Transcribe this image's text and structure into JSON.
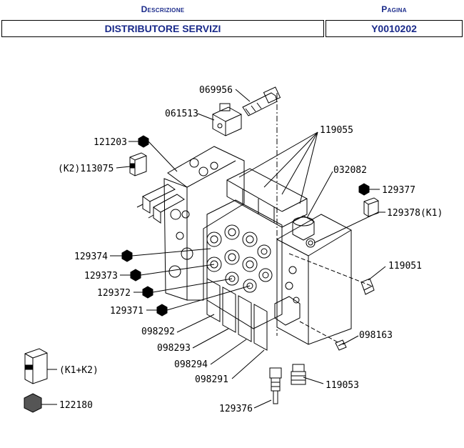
{
  "header": {
    "description_label": "Descrizione",
    "page_label": "Pagina",
    "description_value": "DISTRIBUTORE SERVIZI",
    "page_value": "Y0010202"
  },
  "parts": [
    {
      "id": "p069956",
      "text": "069956"
    },
    {
      "id": "p061513",
      "text": "061513"
    },
    {
      "id": "p119055",
      "text": "119055"
    },
    {
      "id": "p121203",
      "text": "121203"
    },
    {
      "id": "p113075",
      "text": "(K2)113075"
    },
    {
      "id": "p032082",
      "text": "032082"
    },
    {
      "id": "p129377",
      "text": "129377"
    },
    {
      "id": "p129378",
      "text": "129378(K1)"
    },
    {
      "id": "p129374",
      "text": "129374"
    },
    {
      "id": "p129373",
      "text": "129373"
    },
    {
      "id": "p129372",
      "text": "129372"
    },
    {
      "id": "p129371",
      "text": "129371"
    },
    {
      "id": "p119051",
      "text": "119051"
    },
    {
      "id": "p098292",
      "text": "098292"
    },
    {
      "id": "p098293",
      "text": "098293"
    },
    {
      "id": "p098294",
      "text": "098294"
    },
    {
      "id": "p098291",
      "text": "098291"
    },
    {
      "id": "p098163",
      "text": "098163"
    },
    {
      "id": "p119053",
      "text": "119053"
    },
    {
      "id": "p129376",
      "text": "129376"
    },
    {
      "id": "pK1K2",
      "text": "(K1+K2)"
    },
    {
      "id": "p122180",
      "text": "122180"
    }
  ]
}
